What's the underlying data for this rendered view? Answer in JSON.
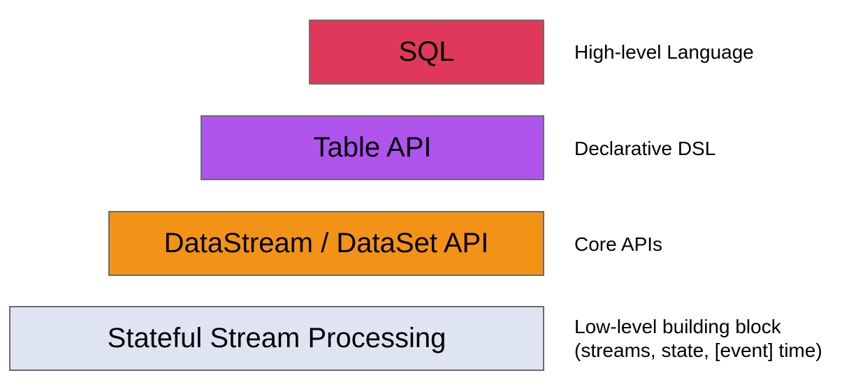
{
  "layers": [
    {
      "name": "SQL",
      "description": [
        "High-level Language"
      ],
      "color": "#e0385a"
    },
    {
      "name": "Table API",
      "description": [
        "Declarative DSL"
      ],
      "color": "#b054ee"
    },
    {
      "name": "DataStream / DataSet API",
      "description": [
        "Core APIs"
      ],
      "color": "#f29317"
    },
    {
      "name": "Stateful Stream Processing",
      "description": [
        "Low-level building block",
        "(streams, state, [event] time)"
      ],
      "color": "#dfe4f2"
    }
  ]
}
